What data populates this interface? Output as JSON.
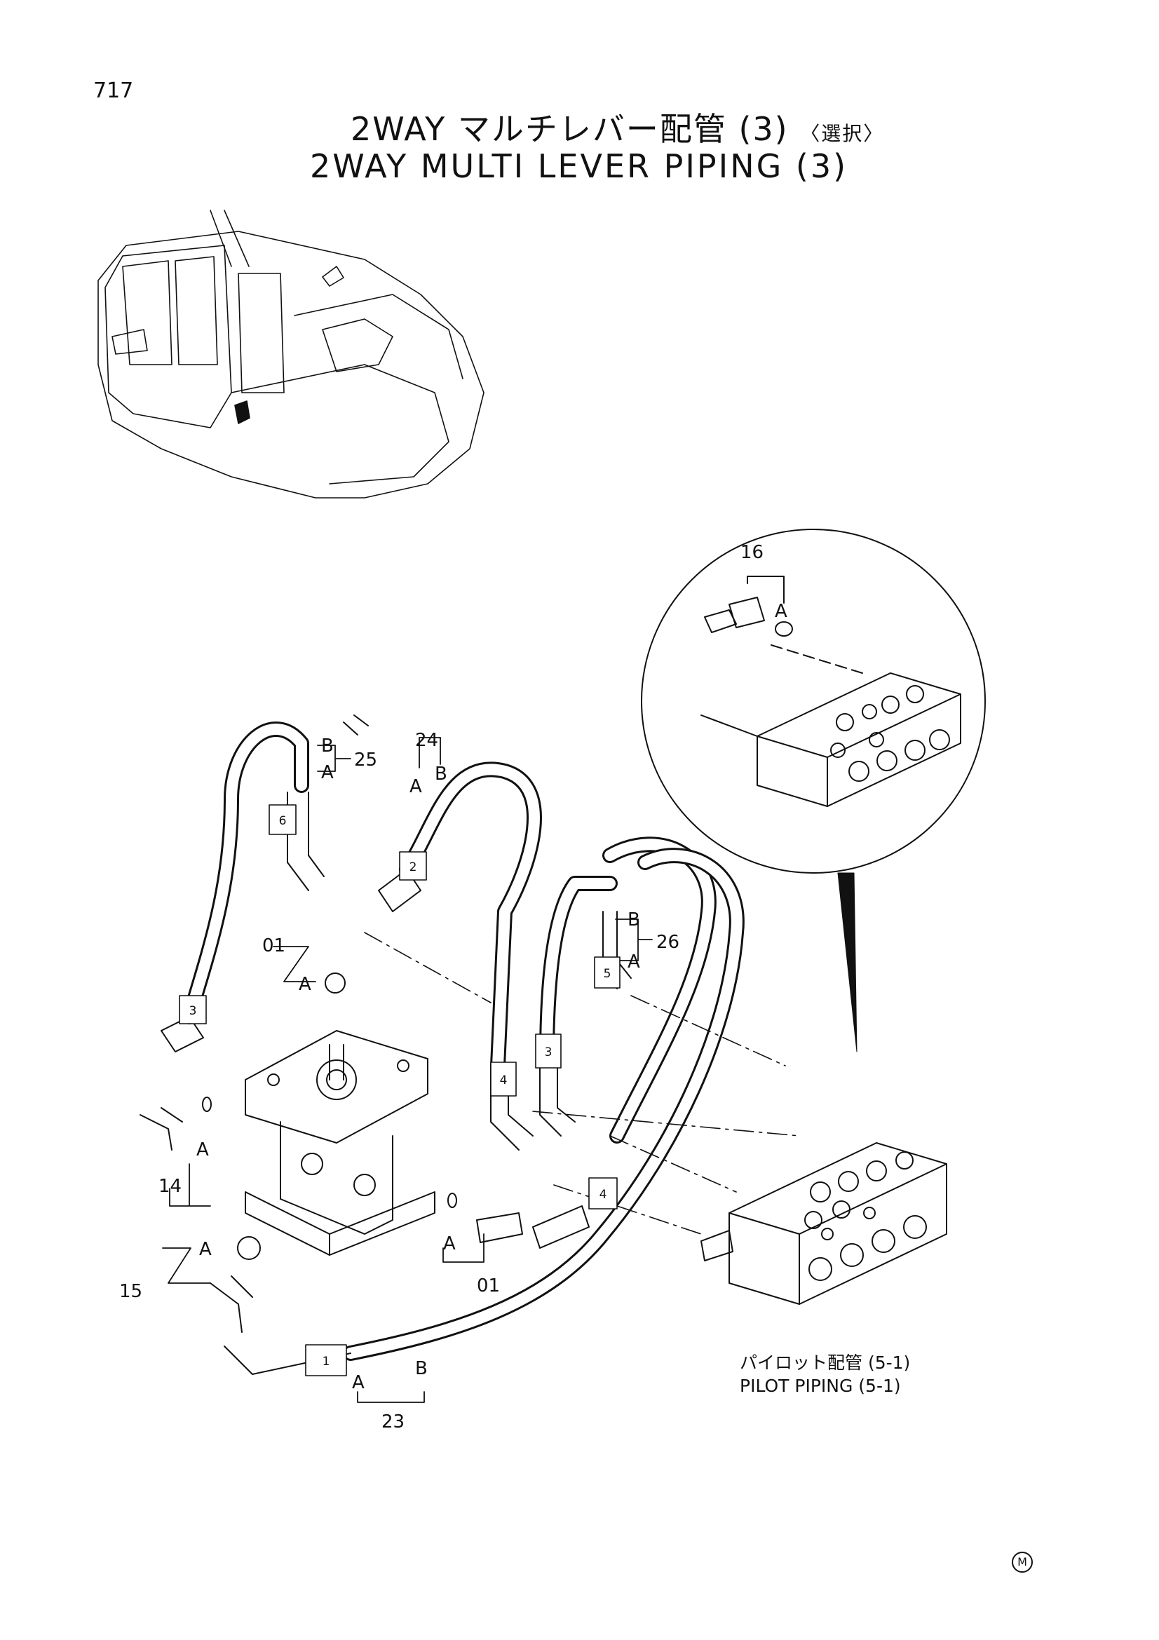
{
  "page": {
    "number": "717",
    "title_jp_main": "2WAY マルチレバー配管 (3)",
    "title_jp_suffix": "〈選択〉",
    "title_en": "2WAY MULTI LEVER PIPING (3)"
  },
  "reference": {
    "label_jp": "パイロット配管 (5-1)",
    "label_en": "PILOT PIPING (5-1)"
  },
  "mark": "M",
  "callouts": {
    "n16": "16",
    "n25": "25",
    "n24": "24",
    "n26": "26",
    "n01a": "01",
    "n01b": "01",
    "n14": "14",
    "n15": "15",
    "n23": "23",
    "a": "A",
    "b": "B"
  },
  "hose_ids": [
    "1",
    "2",
    "3",
    "3",
    "4",
    "4",
    "5",
    "6"
  ]
}
